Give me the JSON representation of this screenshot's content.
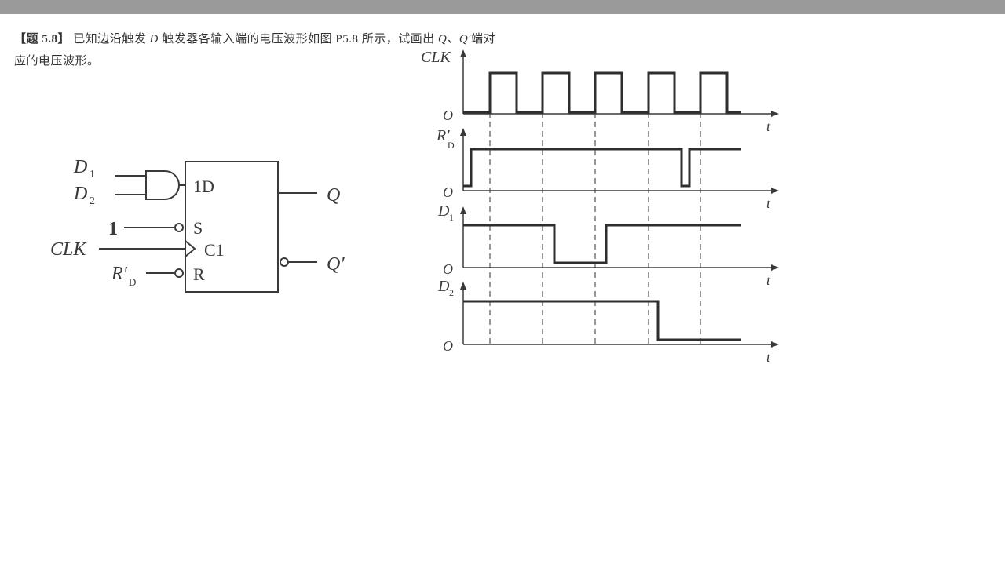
{
  "problem": {
    "number": "【题 5.8】",
    "text_before_d": "已知边沿触发 ",
    "d_symbol": "D",
    "text_mid": " 触发器各输入端的电压波形如图 P5.8 所示，试画出 ",
    "q_symbols": "Q、Q′",
    "text_after": "端对",
    "line2": "应的电压波形。"
  },
  "circuit": {
    "input_d1": "D",
    "input_d1_sub": "1",
    "input_d2": "D",
    "input_d2_sub": "2",
    "input_s_value": "1",
    "input_clk": "CLK",
    "input_rd": "R′",
    "input_rd_sub": "D",
    "pin_1d": "1D",
    "pin_s": "S",
    "pin_c1": "C1",
    "pin_r": "R",
    "output_q": "Q",
    "output_qprime": "Q′"
  },
  "waveforms": {
    "origin_label": "O",
    "time_label": "t",
    "signals": [
      {
        "name": "CLK",
        "sub": "",
        "levels": [
          0,
          1,
          0,
          1,
          0,
          1,
          0,
          1,
          0,
          1,
          0
        ]
      },
      {
        "name": "R′",
        "sub": "D",
        "levels": [
          0,
          1,
          0,
          1
        ]
      },
      {
        "name": "D",
        "sub": "1",
        "levels": [
          1,
          0,
          1
        ]
      },
      {
        "name": "D",
        "sub": "2",
        "levels": [
          1,
          0
        ]
      }
    ]
  }
}
